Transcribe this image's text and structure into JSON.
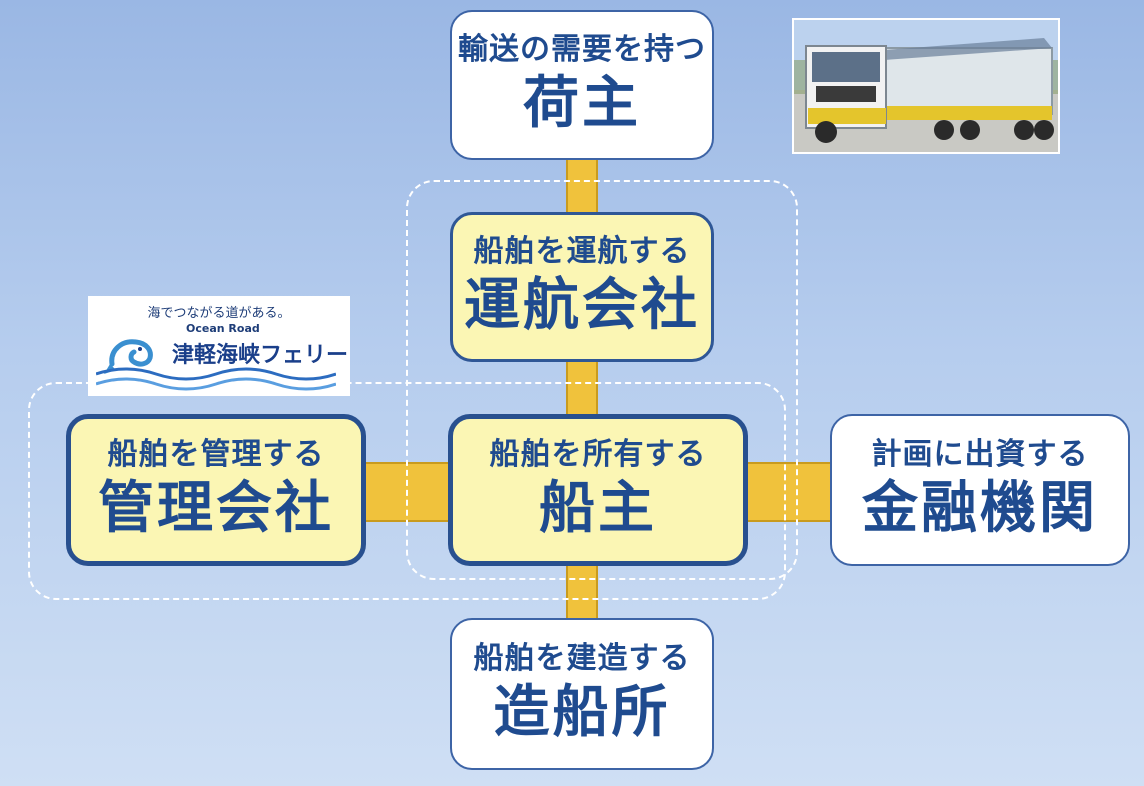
{
  "diagram": {
    "shipper": {
      "sub": "輸送の需要を持つ",
      "main": "荷主"
    },
    "operator": {
      "sub": "船舶を運航する",
      "main": "運航会社"
    },
    "manager": {
      "sub": "船舶を管理する",
      "main": "管理会社"
    },
    "shipowner": {
      "sub": "船舶を所有する",
      "main": "船主"
    },
    "finance": {
      "sub": "計画に出資する",
      "main": "金融機関"
    },
    "shipyard": {
      "sub": "船舶を建造する",
      "main": "造船所"
    }
  },
  "logo": {
    "tagline": "海でつながる道がある。",
    "english": "Ocean Road",
    "name": "津軽海峡フェリー"
  },
  "colors": {
    "background_top": "#9ab7e4",
    "connector": "#f0c23c",
    "highlight_box": "#fbf6b4",
    "text": "#1f4b8f"
  }
}
